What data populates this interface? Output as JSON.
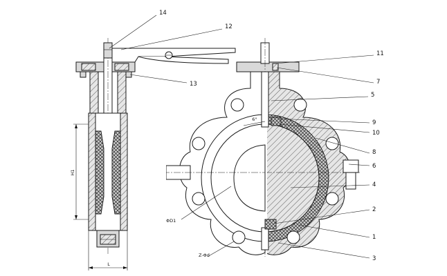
{
  "callouts": [
    {
      "id": "14",
      "label": "14"
    },
    {
      "id": "12",
      "label": "12"
    },
    {
      "id": "13",
      "label": "13"
    },
    {
      "id": "11",
      "label": "11"
    },
    {
      "id": "7",
      "label": "7"
    },
    {
      "id": "5",
      "label": "5"
    },
    {
      "id": "9",
      "label": "9"
    },
    {
      "id": "10",
      "label": "10"
    },
    {
      "id": "8",
      "label": "8"
    },
    {
      "id": "6",
      "label": "6"
    },
    {
      "id": "4",
      "label": "4"
    },
    {
      "id": "2",
      "label": "2"
    },
    {
      "id": "1",
      "label": "1"
    },
    {
      "id": "3",
      "label": "3"
    }
  ],
  "dimensions": {
    "side_height": "H1",
    "side_width": "L",
    "bolt_circle": "ΦD1",
    "bolt_holes": "Z-Φd",
    "angle": "6°"
  },
  "colors": {
    "line": "#1a1a1a",
    "fill": "#d9d9d9",
    "background": "#ffffff"
  }
}
